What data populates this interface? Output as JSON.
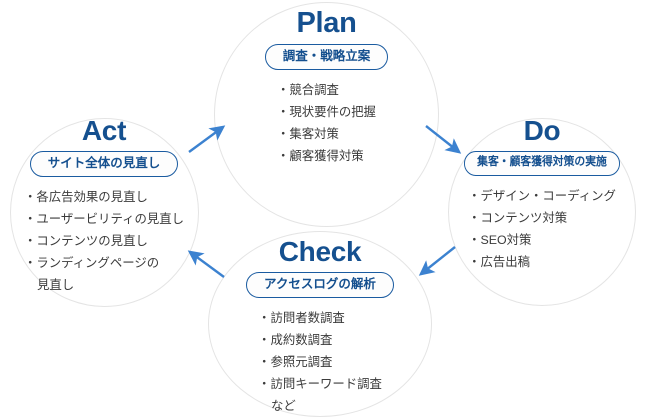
{
  "diagram": {
    "title": "PDCA cycle",
    "colors": {
      "heading": "#15508f",
      "pill_border": "#1a5ba0",
      "arrow": "#3c82d0",
      "circle_outline": "#e4e4e4",
      "body_text": "#3b3b3b",
      "background": "#ffffff"
    }
  },
  "nodes": {
    "plan": {
      "title": "Plan",
      "pill": "調査・戦略立案",
      "bullets": [
        "競合調査",
        "現状要件の把握",
        "集客対策",
        "顧客獲得対策"
      ]
    },
    "do": {
      "title": "Do",
      "pill": "集客・顧客獲得対策の実施",
      "bullets": [
        "デザイン・コーディング",
        "コンテンツ対策",
        "SEO対策",
        "広告出稿"
      ]
    },
    "check": {
      "title": "Check",
      "pill": "アクセスログの解析",
      "bullets": [
        "訪問者数調査",
        "成約数調査",
        "参照元調査",
        "訪問キーワード調査"
      ],
      "bullet_last_continuation": "など"
    },
    "act": {
      "title": "Act",
      "pill": "サイト全体の見直し",
      "bullets": [
        "各広告効果の見直し",
        "ユーザービリティの見直し",
        "コンテンツの見直し",
        "ランディングページの"
      ],
      "bullet_last_continuation": "見直し"
    }
  },
  "bullet_marker": "・",
  "arrows": [
    {
      "name": "arrow-act-to-plan",
      "from": "act",
      "to": "plan",
      "direction": "up-right"
    },
    {
      "name": "arrow-plan-to-do",
      "from": "plan",
      "to": "do",
      "direction": "down-right"
    },
    {
      "name": "arrow-do-to-check",
      "from": "do",
      "to": "check",
      "direction": "down-left"
    },
    {
      "name": "arrow-check-to-act",
      "from": "check",
      "to": "act",
      "direction": "up-left"
    }
  ]
}
